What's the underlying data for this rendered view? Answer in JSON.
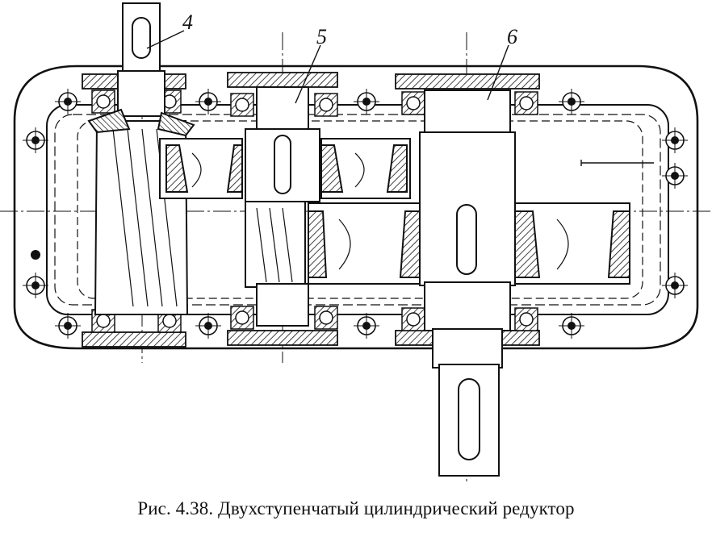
{
  "figure": {
    "callouts": [
      {
        "id": "shaft-input",
        "label": "4"
      },
      {
        "id": "shaft-intermediate",
        "label": "5"
      },
      {
        "id": "shaft-output",
        "label": "6"
      }
    ],
    "caption": "Рис. 4.38. Двухступенчатый цилиндрический редуктор"
  },
  "colors": {
    "line": "#111111",
    "paper": "#ffffff"
  }
}
